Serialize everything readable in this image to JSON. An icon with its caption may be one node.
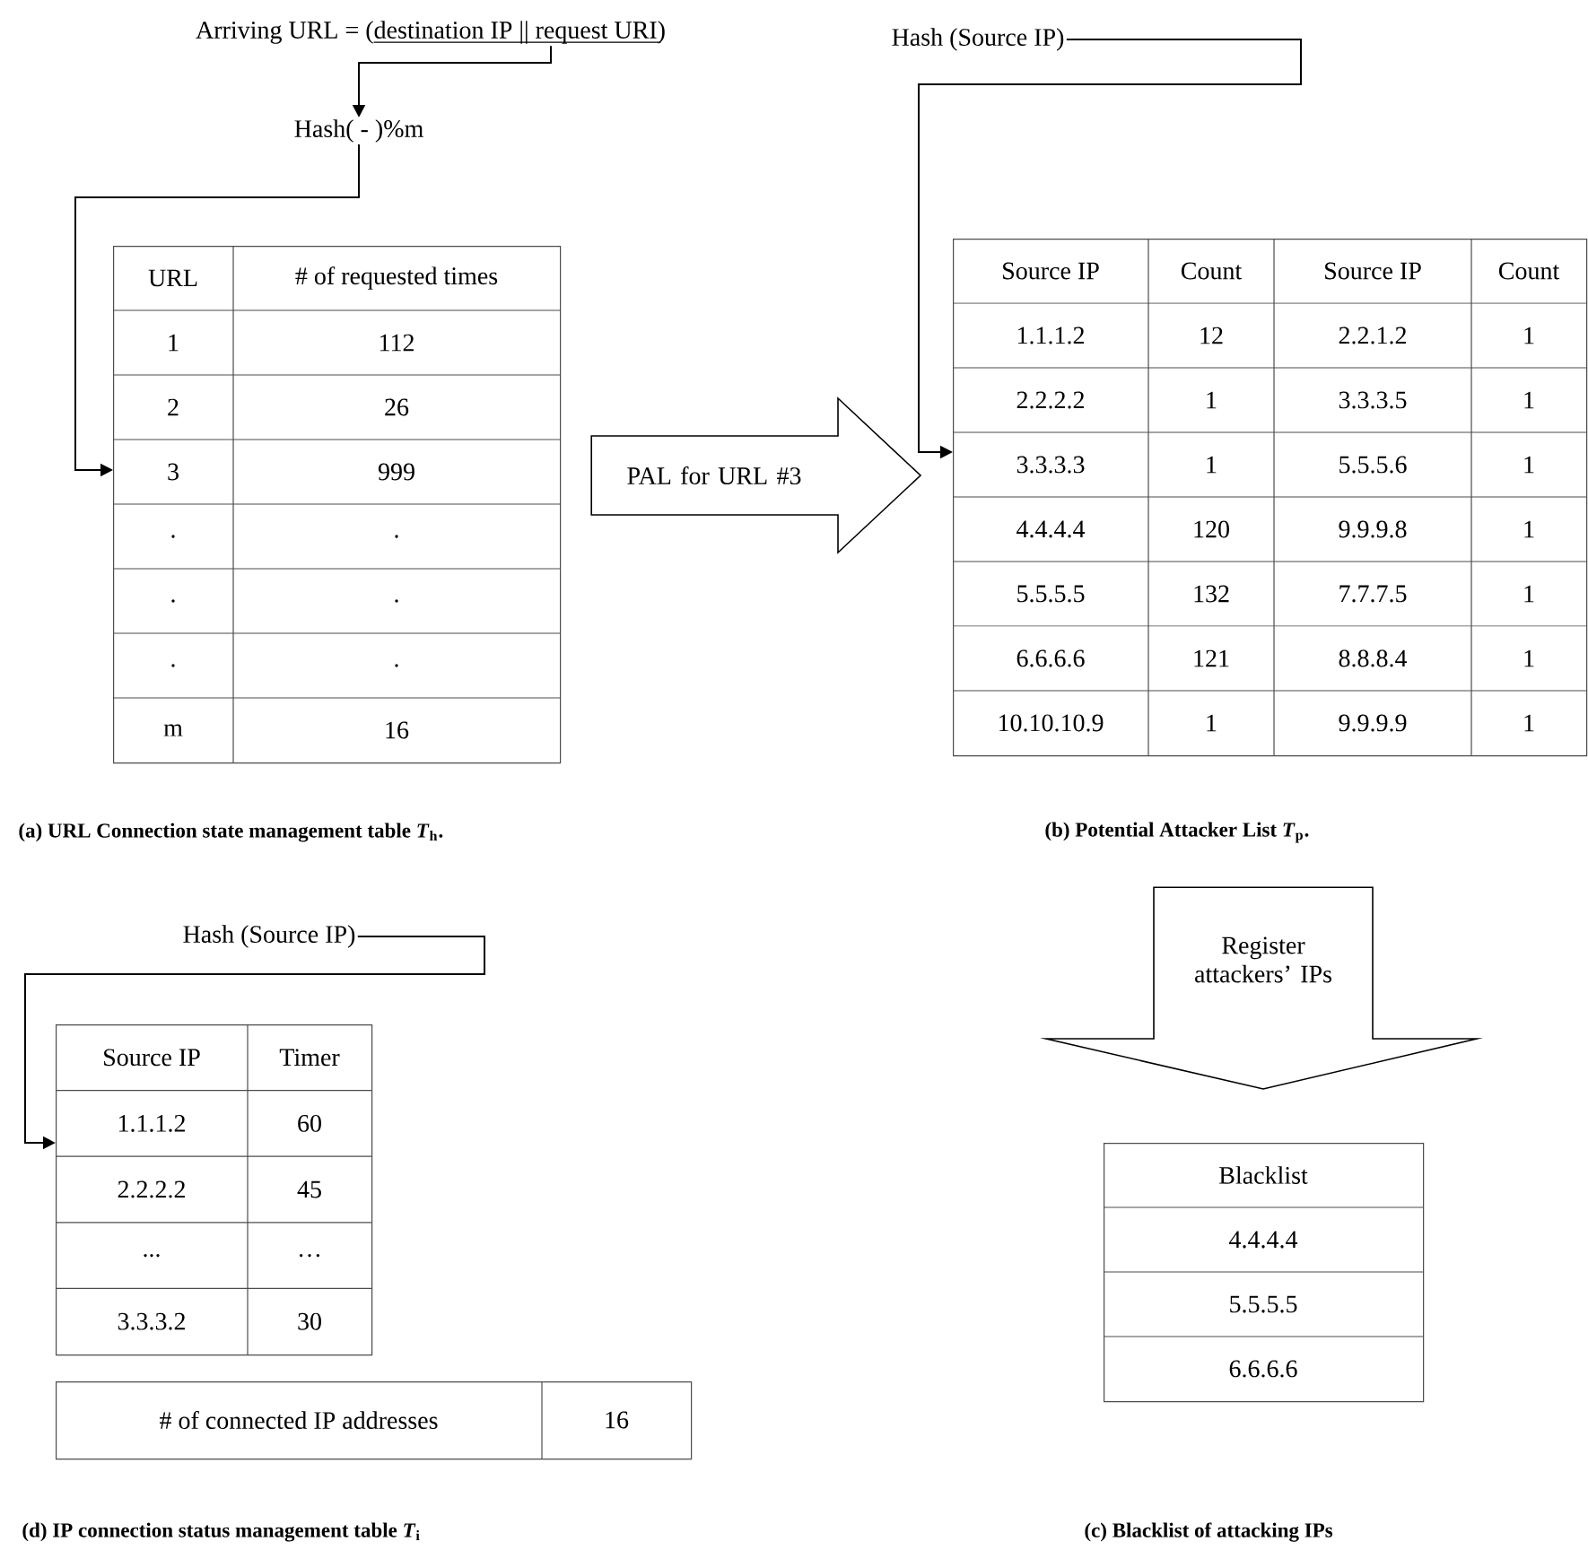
{
  "diagram": {
    "nodes": [
      {
        "text": [
          "Arriving URL = (destination IP || request URI)"
        ]
      },
      {
        "text": [
          "Hash( - )%m"
        ]
      },
      {
        "text": [
          "URL",
          "# of requested times",
          "1",
          "112",
          "2",
          "26",
          "3",
          "999",
          ".",
          ".",
          ".",
          ".",
          ".",
          ".",
          "m",
          "16"
        ]
      },
      {
        "text": [
          "Hash (Source IP)"
        ]
      },
      {
        "text": [
          "Source IP",
          "Count",
          "Source IP",
          "Count",
          "1.1.1.2",
          "12",
          "2.2.1.2",
          "1",
          "2.2.2.2",
          "1",
          "3.3.3.5",
          "1",
          "3.3.3.3",
          "1",
          "5.5.5.6",
          "1",
          "4.4.4.4",
          "120",
          "9.9.9.8",
          "1",
          "5.5.5.5",
          "132",
          "7.7.7.5",
          "1",
          "6.6.6.6",
          "121",
          "8.8.8.4",
          "1",
          "10.10.10.9",
          "1",
          "9.9.9.9",
          "1"
        ]
      },
      {
        "text": [
          "Blacklist",
          "4.4.4.4",
          "5.5.5.5",
          "6.6.6.6"
        ]
      },
      {
        "text": [
          "Hash (Source IP)"
        ]
      },
      {
        "text": [
          "Source IP",
          "Timer",
          "1.1.1.2",
          "60",
          "2.2.2.2",
          "45",
          "...",
          "…",
          "3.3.3.2",
          "30"
        ]
      },
      {
        "text": [
          "# of connected IP addresses",
          "16"
        ]
      }
    ],
    "edges": [
      {
        "from": 0,
        "to": 1,
        "arrow": "to"
      },
      {
        "from": 1,
        "to": 2,
        "arrow": "to"
      },
      {
        "from": 2,
        "to": 4,
        "arrow": "to",
        "label": "PAL for URL #3",
        "style": "thick"
      },
      {
        "from": 3,
        "to": 4,
        "arrow": "to"
      },
      {
        "from": 4,
        "to": 5,
        "arrow": "to",
        "label": "Register attackers’ IPs",
        "style": "thick"
      },
      {
        "from": 6,
        "to": 7,
        "arrow": "to"
      }
    ],
    "labels": [
      "(a) URL Connection state management table *T*$_{h}$.",
      "(b)    Potential Attacker List *T*$_{p}$.",
      "(d) IP connection status management table *T*$_{i}$",
      "(c) Blacklist of attacking IPs"
    ]
  }
}
